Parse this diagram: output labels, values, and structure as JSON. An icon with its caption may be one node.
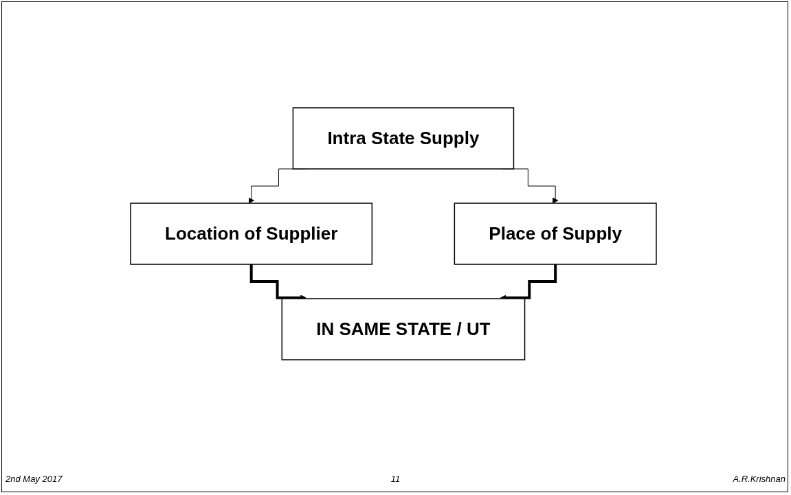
{
  "diagram": {
    "nodes": [
      {
        "text": [
          "Intra State Supply"
        ]
      },
      {
        "text": [
          "Location of Supplier"
        ]
      },
      {
        "text": [
          "Place of Supply"
        ]
      },
      {
        "text": [
          "IN SAME STATE / UT"
        ]
      }
    ],
    "edges": [
      {
        "from": 0,
        "to": 1,
        "arrow": "to"
      },
      {
        "from": 0,
        "to": 2,
        "arrow": "to"
      },
      {
        "from": 1,
        "to": 3,
        "arrow": "to",
        "style": "thick"
      },
      {
        "from": 2,
        "to": 3,
        "arrow": "to",
        "style": "thick"
      }
    ],
    "labels": [
      "2nd May 2017",
      "11",
      "A.R.Krishnan"
    ]
  }
}
